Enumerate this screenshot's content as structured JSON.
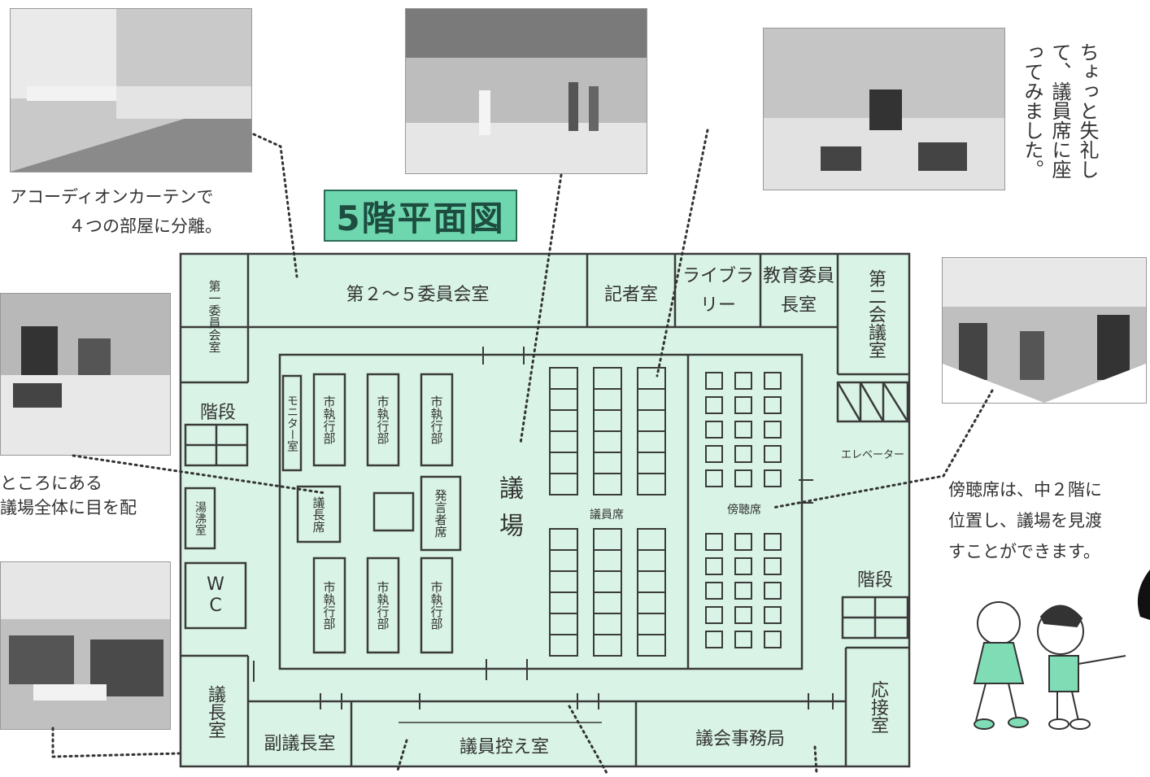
{
  "title": "5階平面図",
  "captions": {
    "accordion_line1": "アコーディオンカーテンで",
    "accordion_line2": "４つの部屋に分離。",
    "chair_line1": "ところにある",
    "chair_line2": "議場全体に目を配",
    "gallery_line1": "傍聴席は、中２階に",
    "gallery_line2": "位置し、議場を見渡",
    "gallery_line3": "すことができます。",
    "seat_vertical": "ちょっと失礼して、議員席に座ってみました。"
  },
  "rooms": {
    "committee1": "第一委員会室",
    "committee2_5": "第２～５委員会室",
    "press": "記者室",
    "library": "ライブラリー",
    "education": "教育委員長室",
    "conference2": "第二会議室",
    "stairs_left": "階段",
    "stairs_right": "階段",
    "elevator": "エレベーター",
    "kitchen": "湯沸室",
    "wc": "WC",
    "chair_room": "議長室",
    "vice_chair": "副議長室",
    "waiting": "議員控え室",
    "secretariat": "議会事務局",
    "reception": "応接室",
    "monitor": "モニター室",
    "exec1": "市執行部",
    "exec2": "市執行部",
    "exec3": "市執行部",
    "exec4": "市執行部",
    "exec5": "市執行部",
    "exec6": "市執行部",
    "chair_seat": "議長席",
    "speaker": "発言者席",
    "assembly": "議場",
    "members_seats": "議員席",
    "gallery": "傍聴席"
  },
  "colors": {
    "floor": "#d9f4e6",
    "wall": "#3b3b3b",
    "title_bg": "#6fd7b0"
  }
}
